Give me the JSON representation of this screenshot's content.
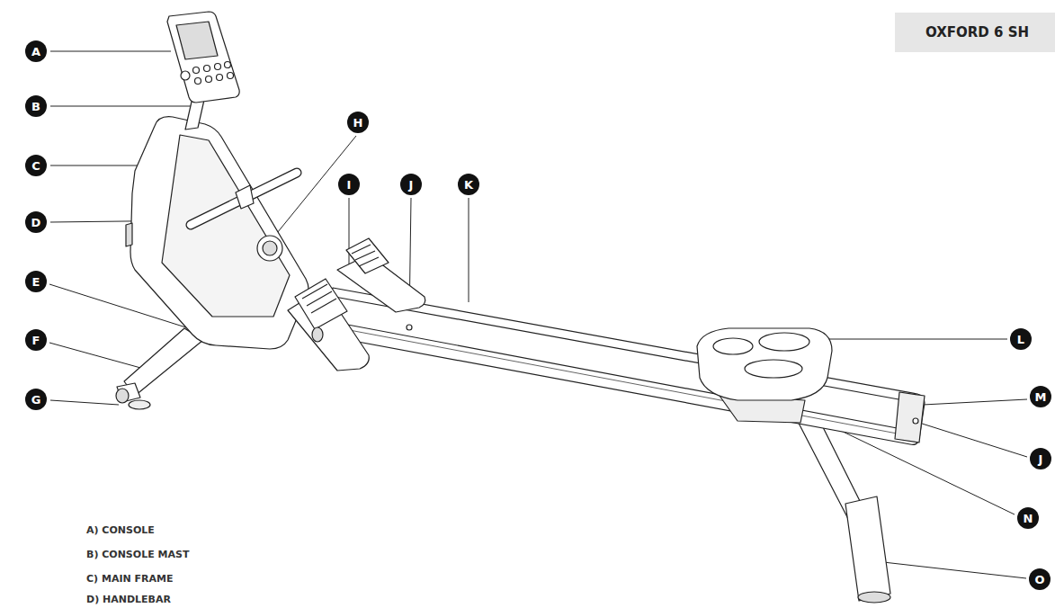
{
  "diagram": {
    "nodes": [
      {
        "text": [
          "OXFORD 6 SH"
        ]
      },
      {
        "text": [
          "A"
        ]
      },
      {
        "text": [
          "B"
        ]
      },
      {
        "text": [
          "C"
        ]
      },
      {
        "text": [
          "D"
        ]
      },
      {
        "text": [
          "E"
        ]
      },
      {
        "text": [
          "F"
        ]
      },
      {
        "text": [
          "G"
        ]
      },
      {
        "text": [
          "H"
        ]
      },
      {
        "text": [
          "I"
        ]
      },
      {
        "text": [
          "J"
        ]
      },
      {
        "text": [
          "K"
        ]
      },
      {
        "text": [
          "L"
        ]
      },
      {
        "text": [
          "M"
        ]
      },
      {
        "text": [
          "J"
        ]
      },
      {
        "text": [
          "N"
        ]
      },
      {
        "text": [
          "O"
        ]
      }
    ],
    "labels": [
      "A) CONSOLE",
      "B) CONSOLE MAST",
      "C) MAIN FRAME",
      "D) HANDLEBAR"
    ]
  }
}
